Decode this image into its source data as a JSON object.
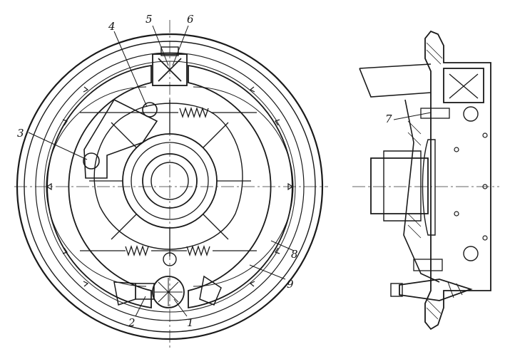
{
  "drawing": {
    "ink_color": "#1a1a1a",
    "paper_color": "#ffffff",
    "views": [
      "front",
      "section"
    ]
  },
  "callouts": [
    {
      "id": "c1",
      "label": "1"
    },
    {
      "id": "c2",
      "label": "2"
    },
    {
      "id": "c3",
      "label": "3"
    },
    {
      "id": "c4",
      "label": "4"
    },
    {
      "id": "c5",
      "label": "5"
    },
    {
      "id": "c6",
      "label": "6"
    },
    {
      "id": "c7",
      "label": "7"
    },
    {
      "id": "c8",
      "label": "8"
    },
    {
      "id": "c9",
      "label": "9"
    }
  ]
}
